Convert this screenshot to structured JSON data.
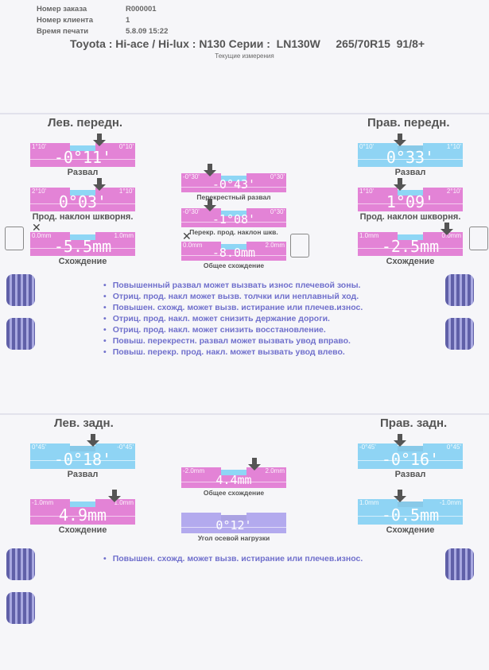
{
  "header": {
    "order_label": "Номер заказа",
    "order_value": "R000001",
    "client_label": "Номер клиента",
    "client_value": "1",
    "print_label": "Время печати",
    "print_value": "5.8.09 15:22",
    "vehicle": "Toyota : Hi-ace / Hi-lux : N130 Серии :  LN130W     265/70R15  91/8+",
    "subtitle": "Текущие измерения"
  },
  "colors": {
    "pink": "#e383d6",
    "blue": "#8fd4f4",
    "lavender": "#b3aaee",
    "bullet": "#7070cc"
  },
  "front": {
    "left_title": "Лев. передн.",
    "right_title": "Прав. передн.",
    "gauges": {
      "lf_camber": {
        "lo": "1°10'",
        "hi": "0°10'",
        "value": "-0°11'",
        "label": "Развал",
        "color": "pink",
        "pointer": 0.66
      },
      "lf_caster": {
        "lo": "2°10'",
        "hi": "1°10'",
        "value": "0°03'",
        "label": "Прод. наклон шкворня.",
        "color": "pink",
        "pointer": 0.66
      },
      "lf_toe": {
        "lo": "0.0mm",
        "hi": "1.0mm",
        "value": "-5.5mm",
        "label": "Схождение",
        "color": "pink",
        "pointer": null
      },
      "cross_camber": {
        "lo": "-0°30'",
        "hi": "0°30'",
        "value": "-0°43'",
        "label": "Перекрестный развал",
        "color": "pink",
        "pointer": 0.27
      },
      "cross_caster": {
        "lo": "-0°30'",
        "hi": "0°30'",
        "value": "-1°08'",
        "label": "Перекр. прод. наклон шкв.",
        "color": "pink",
        "pointer": 0.27
      },
      "total_toe_front": {
        "lo": "0.0mm",
        "hi": "2.0mm",
        "value": "-8.0mm",
        "label": "Общее схождение",
        "color": "pink",
        "pointer": null
      },
      "rf_camber": {
        "lo": "0°10'",
        "hi": "1°10'",
        "value": "0°33'",
        "label": "Развал",
        "color": "blue",
        "pointer": 0.4
      },
      "rf_caster": {
        "lo": "1°10'",
        "hi": "2°10'",
        "value": "1°09'",
        "label": "Прод. наклон шкворня.",
        "color": "pink",
        "pointer": 0.4
      },
      "rf_toe": {
        "lo": "1.0mm",
        "hi": "0.0mm",
        "value": "-2.5mm",
        "label": "Схождение",
        "color": "pink",
        "pointer": 0.85
      }
    },
    "notes": [
      "Повышенный развал может вызвать износ  плечевой зоны.",
      "Отриц. прод. накл может вызв. толчки или неплавный ход.",
      "Повышен. схожд. может вызв. истирание или плечев.износ.",
      "Отриц. прод. накл. может снизить держание дороги.",
      "Отриц. прод. накл. может снизить восстановление.",
      "Повыш. перекрестн. развал может вызвать увод вправо.",
      "Повыш. перекр. прод. накл. может вызвать увод влево."
    ]
  },
  "rear": {
    "left_title": "Лев. задн.",
    "right_title": "Прав. задн.",
    "gauges": {
      "lr_camber": {
        "lo": "0°45'",
        "hi": "-0°45'",
        "value": "-0°18'",
        "label": "Развал",
        "color": "blue",
        "pointer": 0.6
      },
      "lr_toe": {
        "lo": "-1.0mm",
        "hi": "1.0mm",
        "value": "4.9mm",
        "label": "Схождение",
        "color": "pink",
        "pointer": 0.8
      },
      "total_toe_rear": {
        "lo": "-2.0mm",
        "hi": "2.0mm",
        "value": "4.4mm",
        "label": "Общее схождение",
        "color": "pink",
        "pointer": 0.7
      },
      "thrust_angle": {
        "lo": "",
        "hi": "",
        "value": "0°12'",
        "label": "Угол осевой нагрузки",
        "color": "lavender",
        "pointer": null
      },
      "rr_camber": {
        "lo": "-0°45'",
        "hi": "0°45'",
        "value": "-0°16'",
        "label": "Развал",
        "color": "blue",
        "pointer": 0.4
      },
      "rr_toe": {
        "lo": "1.0mm",
        "hi": "-1.0mm",
        "value": "-0.5mm",
        "label": "Схождение",
        "color": "blue",
        "pointer": 0.4
      }
    },
    "notes": [
      "Повышен. схожд. может вызв. истирание или плечев.износ."
    ]
  }
}
